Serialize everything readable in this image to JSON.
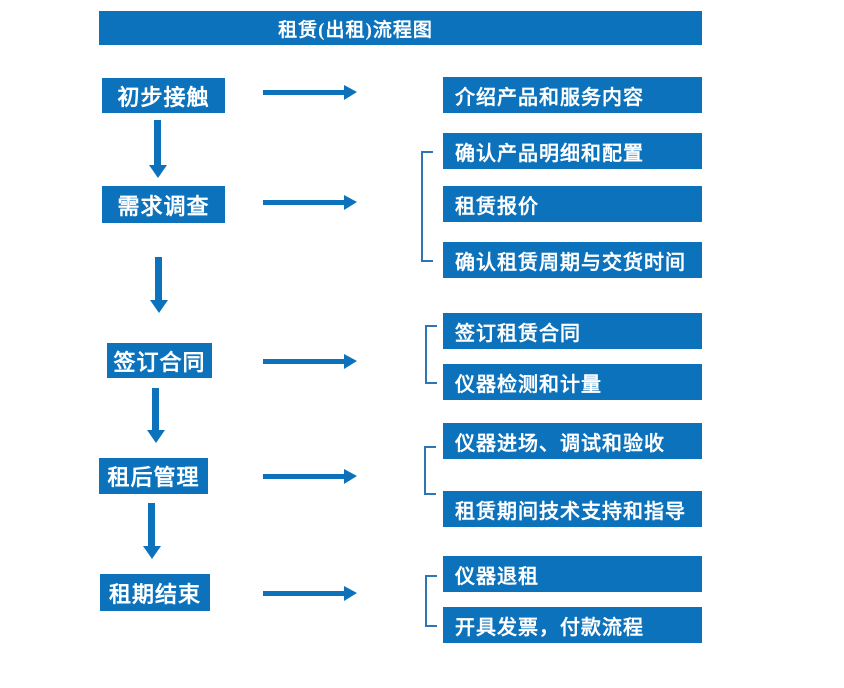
{
  "title": "租赁(出租)流程图",
  "stages": [
    {
      "label": "初步接触",
      "details": [
        "介绍产品和服务内容"
      ]
    },
    {
      "label": "需求调查",
      "details": [
        "确认产品明细和配置",
        "租赁报价",
        "确认租赁周期与交货时间"
      ]
    },
    {
      "label": "签订合同",
      "details": [
        "签订租赁合同",
        "仪器检测和计量"
      ]
    },
    {
      "label": "租后管理",
      "details": [
        "仪器进场、调试和验收",
        "租赁期间技术支持和指导"
      ]
    },
    {
      "label": "租期结束",
      "details": [
        "仪器退租",
        "开具发票，付款流程"
      ]
    }
  ],
  "colors": {
    "box_blue": "#0C72BC",
    "bracket_blue": "#2E75B6",
    "text": "#FFFFFF",
    "background": "#FFFFFF"
  },
  "icons": {
    "right-arrow": "solid right-pointing flow arrow",
    "down-arrow": "solid down-pointing flow arrow",
    "group-bracket": "left square bracket grouping detail boxes"
  }
}
